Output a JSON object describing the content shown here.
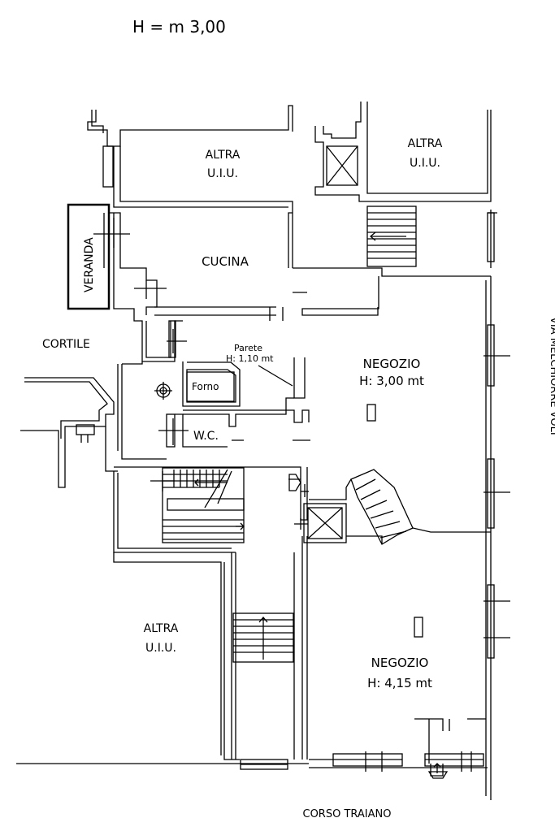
{
  "header": {
    "height_note": "H = m 3,00"
  },
  "rooms": {
    "altra_1": {
      "line1": "ALTRA",
      "line2": "U.I.U."
    },
    "altra_2": {
      "line1": "ALTRA",
      "line2": "U.I.U."
    },
    "altra_3": {
      "line1": "ALTRA",
      "line2": "U.I.U."
    },
    "veranda": "VERANDA",
    "cucina": "CUCINA",
    "cortile": "CORTILE",
    "forno": "Forno",
    "wc": "W.C.",
    "negozio_1": {
      "name": "NEGOZIO",
      "height": "H: 3,00 mt"
    },
    "negozio_2": {
      "name": "NEGOZIO",
      "height": "H: 4,15 mt"
    }
  },
  "annotations": {
    "parete_line1": "Parete",
    "parete_line2": "H: 1,10 mt"
  },
  "streets": {
    "side": "VIA MELCHIORRE VOLI",
    "bottom": "CORSO TRAIANO"
  },
  "colors": {
    "ink": "#000000",
    "paper": "#ffffff"
  }
}
